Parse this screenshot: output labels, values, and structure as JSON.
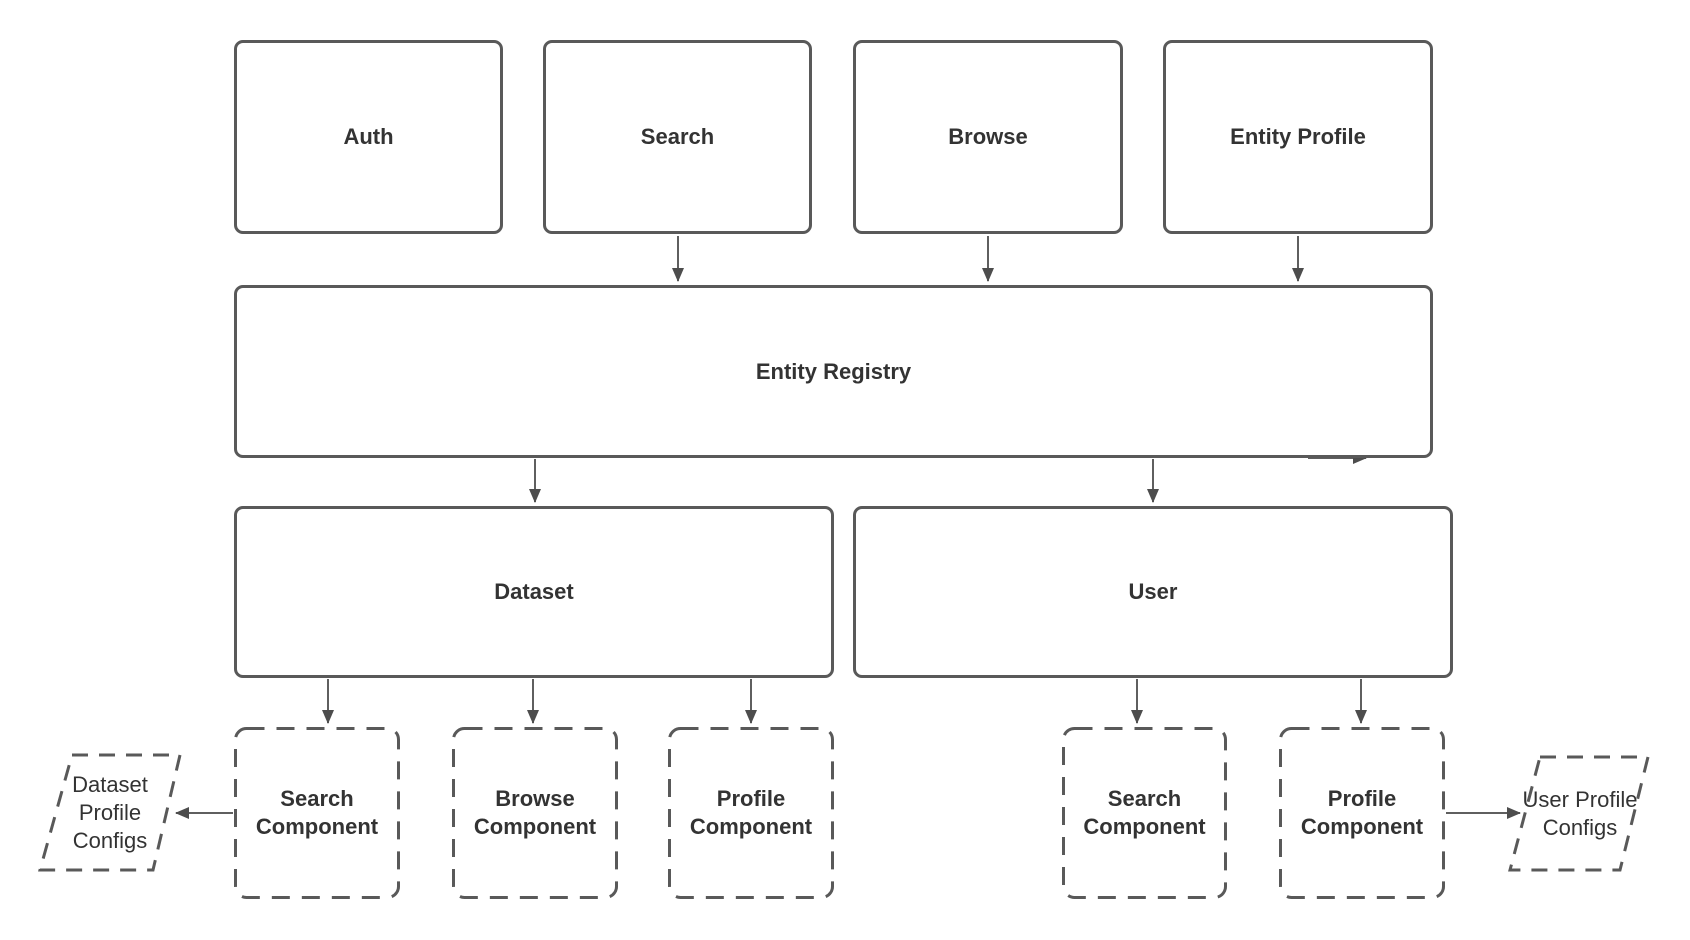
{
  "diagram": {
    "colors": {
      "background": "#ffffff",
      "node_border": "#595959",
      "node_text": "#333333",
      "edge_line": "#5f5f5f",
      "arrowhead": "#4d4d4d"
    },
    "nodes": {
      "auth": {
        "label": "Auth"
      },
      "search": {
        "label": "Search"
      },
      "browse": {
        "label": "Browse"
      },
      "entity_profile": {
        "label": "Entity Profile"
      },
      "entity_registry": {
        "label": "Entity Registry"
      },
      "dataset": {
        "label": "Dataset"
      },
      "user": {
        "label": "User"
      },
      "dataset_search_component": {
        "label": "Search Component"
      },
      "dataset_browse_component": {
        "label": "Browse Component"
      },
      "dataset_profile_component": {
        "label": "Profile Component"
      },
      "user_search_component": {
        "label": "Search Component"
      },
      "user_profile_component": {
        "label": "Profile Component"
      },
      "dataset_profile_configs": {
        "label": "Dataset Profile Configs"
      },
      "user_profile_configs": {
        "label": "User Profile Configs"
      }
    },
    "edges": [
      {
        "from": "Search",
        "to": "Entity Registry"
      },
      {
        "from": "Browse",
        "to": "Entity Registry"
      },
      {
        "from": "Entity Profile",
        "to": "Entity Registry"
      },
      {
        "from": "Entity Registry",
        "to": "Dataset"
      },
      {
        "from": "Entity Registry",
        "to": "User"
      },
      {
        "from": "Entity Registry",
        "to": "Entity Registry"
      },
      {
        "from": "Dataset",
        "to": "Search Component"
      },
      {
        "from": "Dataset",
        "to": "Browse Component"
      },
      {
        "from": "Dataset",
        "to": "Profile Component"
      },
      {
        "from": "User",
        "to": "Search Component"
      },
      {
        "from": "User",
        "to": "Profile Component"
      },
      {
        "from": "Search Component",
        "to": "Dataset Profile Configs"
      },
      {
        "from": "Profile Component",
        "to": "User Profile Configs"
      }
    ]
  }
}
